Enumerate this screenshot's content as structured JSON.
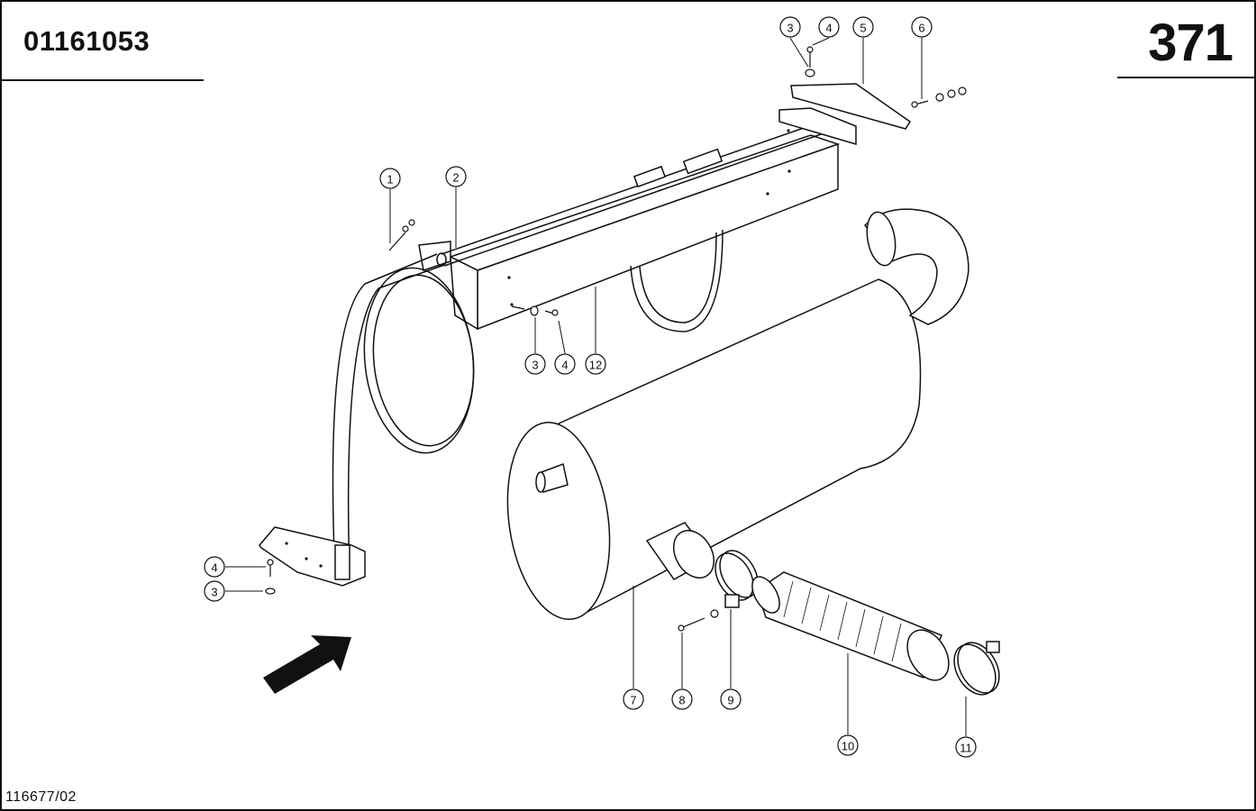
{
  "header": {
    "document_number": "01161053",
    "page_number": "371"
  },
  "footer": {
    "drawing_reference": "116677/02"
  },
  "callouts": [
    {
      "label": "1"
    },
    {
      "label": "2"
    },
    {
      "label": "3"
    },
    {
      "label": "4"
    },
    {
      "label": "5"
    },
    {
      "label": "6"
    },
    {
      "label": "3"
    },
    {
      "label": "4"
    },
    {
      "label": "12"
    },
    {
      "label": "4"
    },
    {
      "label": "3"
    },
    {
      "label": "7"
    },
    {
      "label": "8"
    },
    {
      "label": "9"
    },
    {
      "label": "10"
    },
    {
      "label": "11"
    }
  ]
}
